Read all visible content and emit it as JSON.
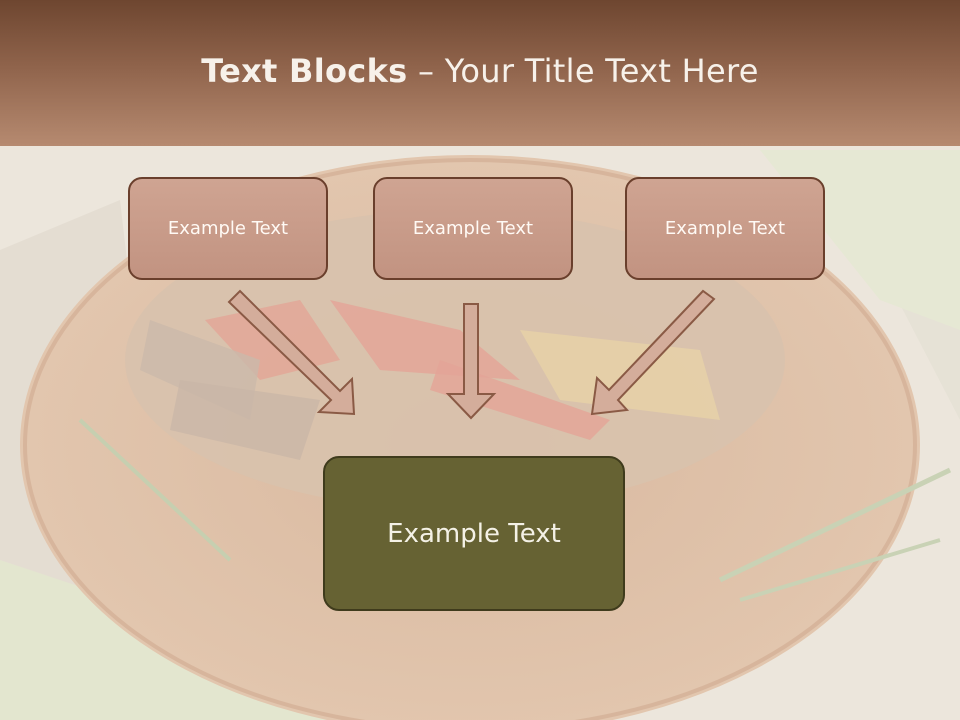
{
  "slide": {
    "title_bold": "Text Blocks",
    "title_rest": " – Your Title Text Here"
  },
  "blocks": [
    {
      "label": "Example Text"
    },
    {
      "label": "Example Text"
    },
    {
      "label": "Example Text"
    }
  ],
  "main_block": {
    "label": "Example Text"
  },
  "colors": {
    "title_bar": "#8f634b",
    "block_fill": "#c79986",
    "block_border": "#6a3f2c",
    "main_fill": "#666233",
    "arrow_fill": "#d2aa98",
    "arrow_stroke": "#8a5a45"
  }
}
